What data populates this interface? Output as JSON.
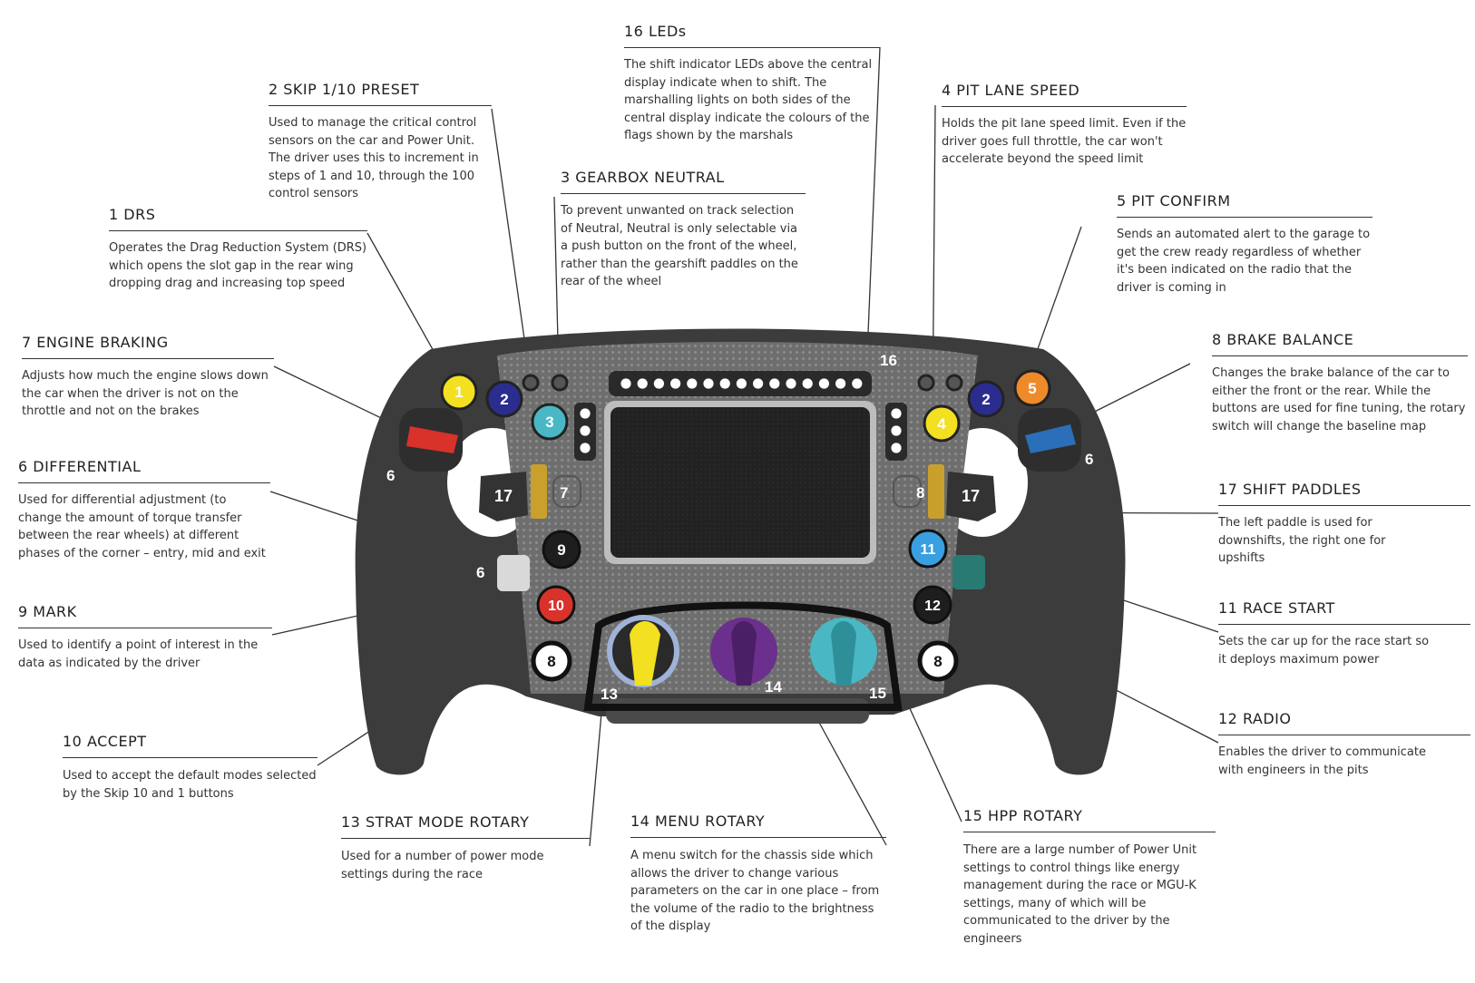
{
  "annotations": [
    {
      "id": "a16",
      "title": "16  LEDs",
      "desc": "The shift indicator LEDs above the central display indicate when to shift. The marshalling lights on both sides of the central display indicate the colours of the flags shown by the marshals"
    },
    {
      "id": "a2",
      "title": "2  SKIP 1/10 PRESET",
      "desc": "Used to manage the critical control sensors on the car and Power Unit. The driver uses this to increment in steps of 1 and 10, through the 100 control sensors"
    },
    {
      "id": "a3",
      "title": "3  GEARBOX NEUTRAL",
      "desc": "To prevent unwanted on track selection of Neutral, Neutral is only selectable via a push button on the front of the wheel, rather than the gearshift paddles on the rear of the wheel"
    },
    {
      "id": "a4",
      "title": "4  PIT LANE SPEED",
      "desc": "Holds the pit lane speed limit. Even if the driver goes full throttle, the car won't accelerate beyond the speed limit"
    },
    {
      "id": "a5",
      "title": "5  PIT CONFIRM",
      "desc": "Sends an automated alert to the garage to get the crew ready regardless of whether it's been indicated on the radio that the driver is coming in"
    },
    {
      "id": "a1",
      "title": "1  DRS",
      "desc": "Operates the Drag Reduction System (DRS) which opens the slot gap in the rear wing dropping drag and increasing top speed"
    },
    {
      "id": "a7",
      "title": "7  ENGINE BRAKING",
      "desc": "Adjusts how much the engine slows down the car when the driver is not on the throttle and not on the brakes"
    },
    {
      "id": "a8",
      "title": "8  BRAKE BALANCE",
      "desc": "Changes the brake balance of the car to either the front or the rear. While the buttons are used for fine tuning, the rotary switch will change the baseline map"
    },
    {
      "id": "a6",
      "title": "6  DIFFERENTIAL",
      "desc": "Used for differential adjustment (to change the amount of torque transfer between the rear wheels) at different phases of the corner – entry, mid and exit"
    },
    {
      "id": "a17",
      "title": "17  SHIFT PADDLES",
      "desc": "The left paddle is used for downshifts, the right one for upshifts"
    },
    {
      "id": "a9",
      "title": "9 MARK",
      "desc": "Used to identify a point of interest in the data as indicated by the driver"
    },
    {
      "id": "a11",
      "title": "11  RACE START",
      "desc": "Sets the car up for the race start so it deploys maximum power"
    },
    {
      "id": "a12",
      "title": "12  RADIO",
      "desc": "Enables the driver to communicate with engineers in the pits"
    },
    {
      "id": "a10",
      "title": "10  ACCEPT",
      "desc": "Used to accept the default modes selected by the Skip 10 and 1 buttons"
    },
    {
      "id": "a13",
      "title": "13 STRAT MODE ROTARY",
      "desc": "Used for a number of power mode settings during the race"
    },
    {
      "id": "a14",
      "title": "14 MENU ROTARY",
      "desc": "A menu switch for the chassis side which allows the driver to change various parameters on the car in one place – from the volume of the radio to the brightness of the display"
    },
    {
      "id": "a15",
      "title": "15 HPP ROTARY",
      "desc": "There are a large number of Power Unit settings to control things like energy management during the race or MGU-K settings, many of which will be communicated to the driver by the engineers"
    }
  ],
  "wheel": {
    "buttons": [
      {
        "id": "b1",
        "label": "1",
        "color": "#f2e021"
      },
      {
        "id": "b2l",
        "label": "2",
        "color": "#2a2d8e"
      },
      {
        "id": "b3",
        "label": "3",
        "color": "#49b8c4"
      },
      {
        "id": "b4",
        "label": "4",
        "color": "#f2e021"
      },
      {
        "id": "b2r",
        "label": "2",
        "color": "#2a2d8e"
      },
      {
        "id": "b5",
        "label": "5",
        "color": "#ee8a2a"
      },
      {
        "id": "b9",
        "label": "9",
        "color": "#1e1e1e"
      },
      {
        "id": "b10",
        "label": "10",
        "color": "#d8322b"
      },
      {
        "id": "b8l",
        "label": "8",
        "color": "#ffffff"
      },
      {
        "id": "b11",
        "label": "11",
        "color": "#3a9fe0"
      },
      {
        "id": "b12",
        "label": "12",
        "color": "#1e1e1e"
      },
      {
        "id": "b8r",
        "label": "8",
        "color": "#ffffff"
      }
    ],
    "numbers": [
      {
        "id": "n16",
        "label": "16"
      },
      {
        "id": "n6l",
        "label": "6"
      },
      {
        "id": "n6r",
        "label": "6"
      },
      {
        "id": "n6m",
        "label": "6"
      },
      {
        "id": "n7",
        "label": "7"
      },
      {
        "id": "n8",
        "label": "8"
      },
      {
        "id": "n17l",
        "label": "17"
      },
      {
        "id": "n17r",
        "label": "17"
      },
      {
        "id": "n13",
        "label": "13"
      },
      {
        "id": "n14",
        "label": "14"
      },
      {
        "id": "n15",
        "label": "15"
      }
    ],
    "colors": {
      "body": "#3c3c3c",
      "carbon": "#6e6e6e",
      "screen": "#222222",
      "engine_braking_rotary": "#d8322b",
      "brake_balance_rotary": "#2a6fb8",
      "differential_rotary": "#d9d9d9",
      "right_rotary": "#2a7a74",
      "strat_rotary": "#f2e021",
      "menu_rotary": "#6b2f8e",
      "hpp_rotary": "#49b8c4",
      "paddle_clip": "#c9a02b"
    }
  }
}
